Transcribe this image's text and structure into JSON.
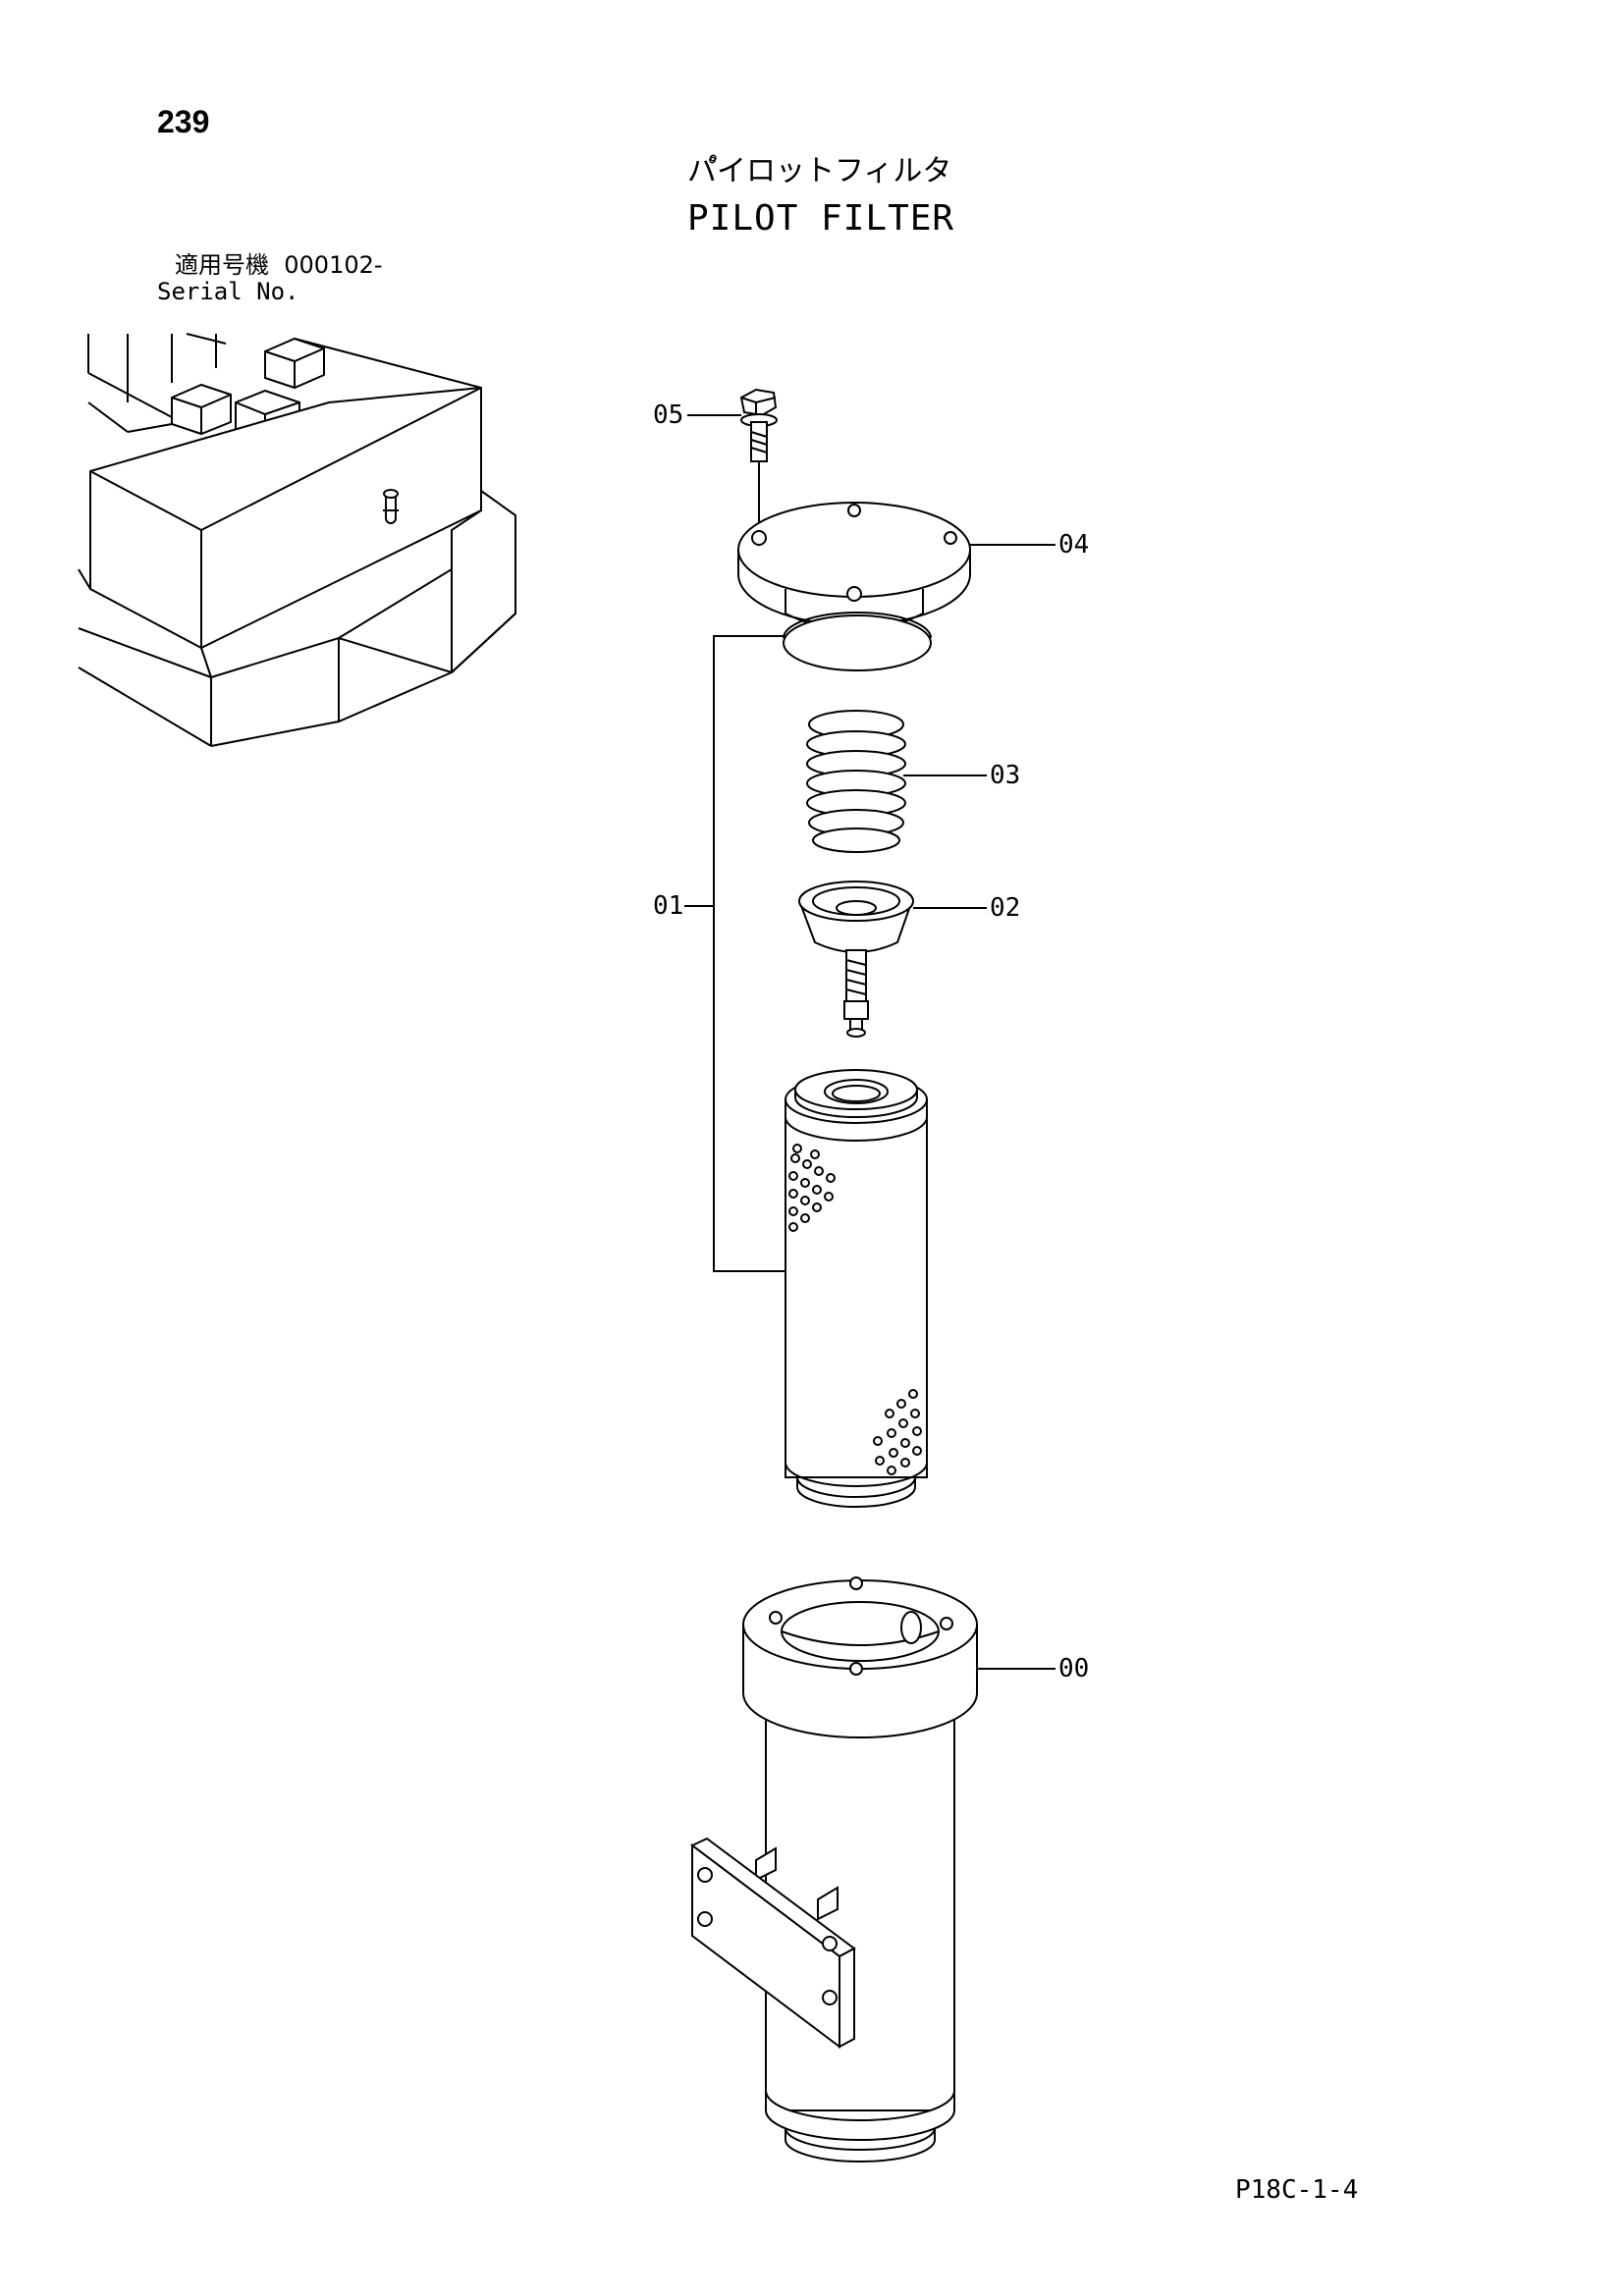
{
  "page": {
    "number": "239",
    "title_jp": "パ゚イロットフィルタ",
    "title_en": "PILOT FILTER",
    "serial_label_jp": "適用号機",
    "serial_value": "000102-",
    "serial_label_en": "Serial No.",
    "code": "P18C-1-4"
  },
  "callouts": [
    "05",
    "04",
    "03",
    "01",
    "02",
    "00"
  ]
}
